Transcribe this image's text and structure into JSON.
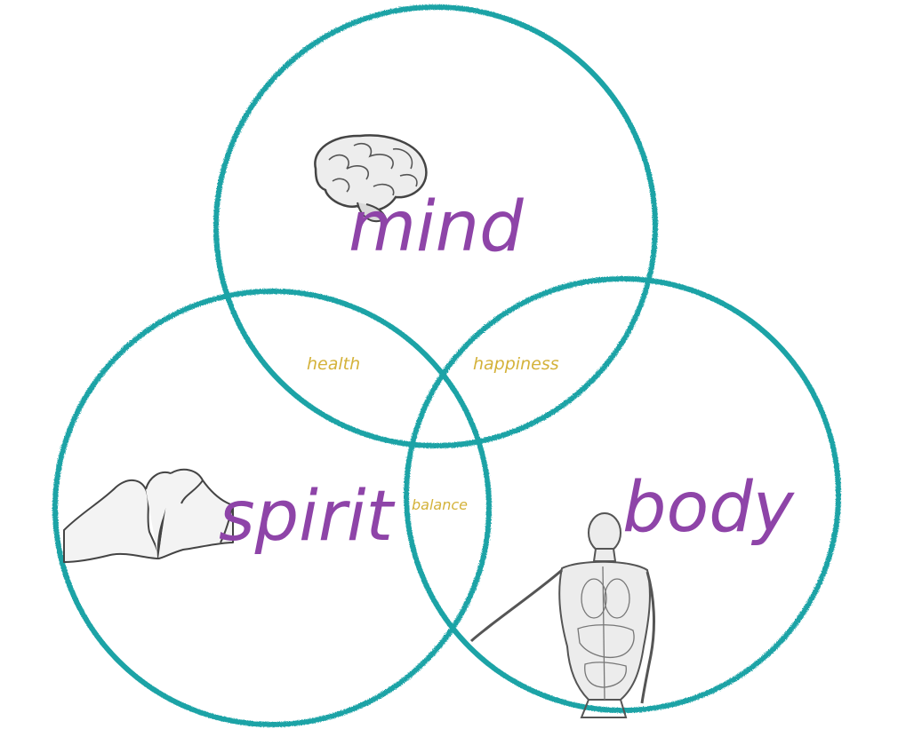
{
  "colors": {
    "circle_stroke": "#1aa3a6",
    "main_label": "#8e44a8",
    "overlap_label": "#d4b23a",
    "sketch": "#555555"
  },
  "circles": {
    "mind": {
      "label": "mind",
      "icon": "brain-icon"
    },
    "spirit": {
      "label": "spirit",
      "icon": "heart-hands-icon"
    },
    "body": {
      "label": "body",
      "icon": "human-body-icon"
    }
  },
  "overlaps": {
    "mind_spirit": "health",
    "mind_body": "happiness",
    "spirit_body": "balance"
  }
}
